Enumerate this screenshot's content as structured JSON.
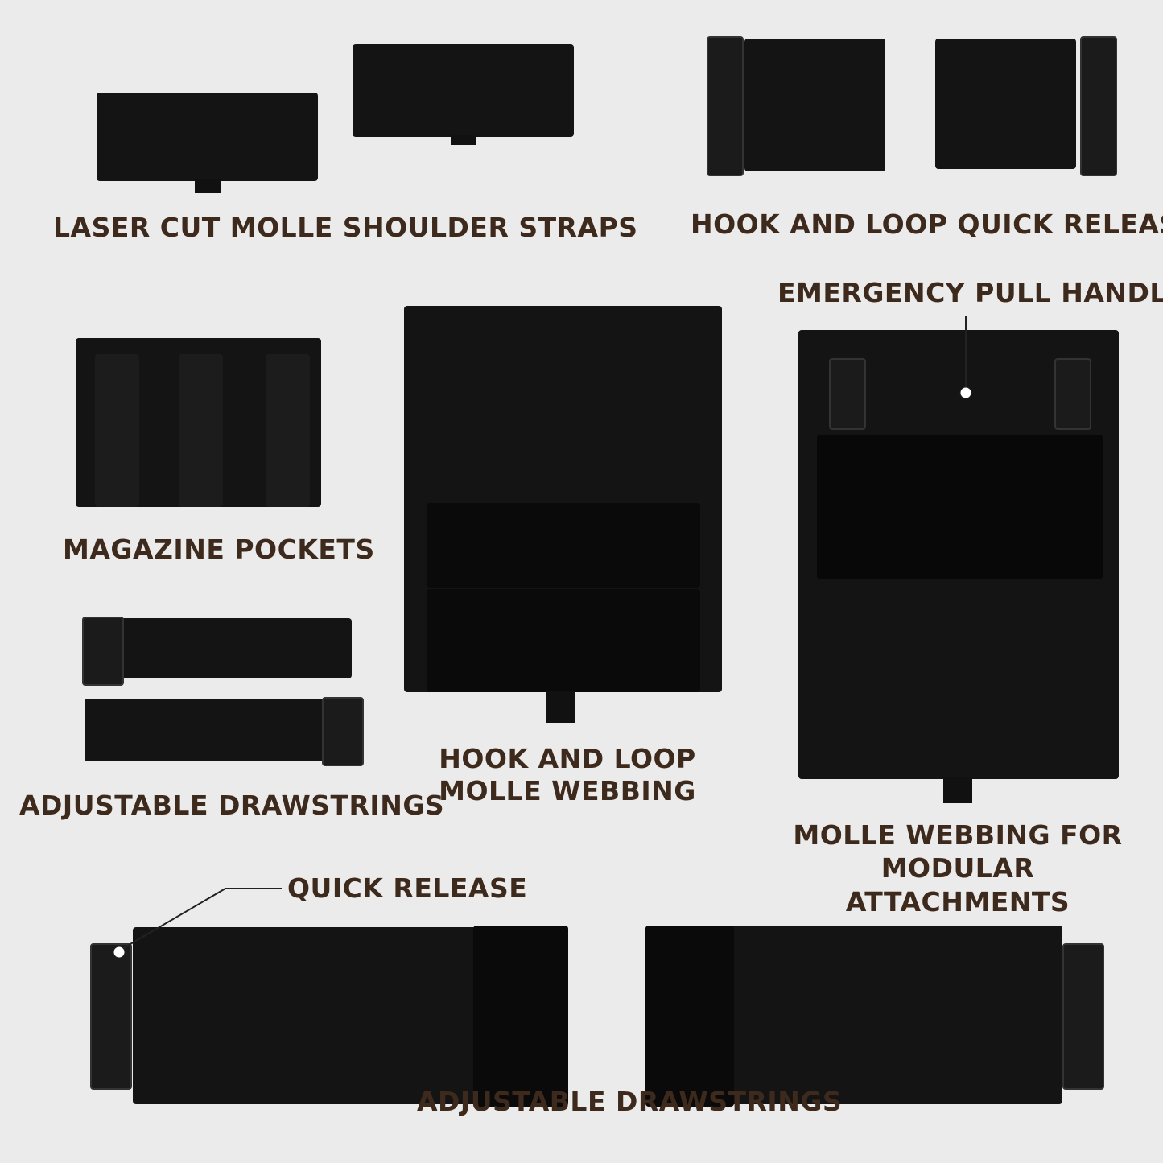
{
  "labels": {
    "shoulder_straps": "LASER CUT MOLLE SHOULDER STRAPS",
    "quick_release_top": "HOOK AND LOOP QUICK RELEASE",
    "emergency_handle": "EMERGENCY PULL HANDLE",
    "magazine_pockets": "MAGAZINE POCKETS",
    "drawstrings_left": "ADJUSTABLE DRAWSTRINGS",
    "front_panel_line1": "HOOK AND LOOP",
    "front_panel_line2": "MOLLE WEBBING",
    "rear_panel_line1": "MOLLE WEBBING FOR",
    "rear_panel_line2": "MODULAR ATTACHMENTS",
    "quick_release_bottom": "QUICK RELEASE",
    "drawstrings_bottom": "ADJUSTABLE DRAWSTRINGS"
  },
  "colors": {
    "background": "#ebebeb",
    "text": "#3d2a1c",
    "product": "#141414"
  }
}
